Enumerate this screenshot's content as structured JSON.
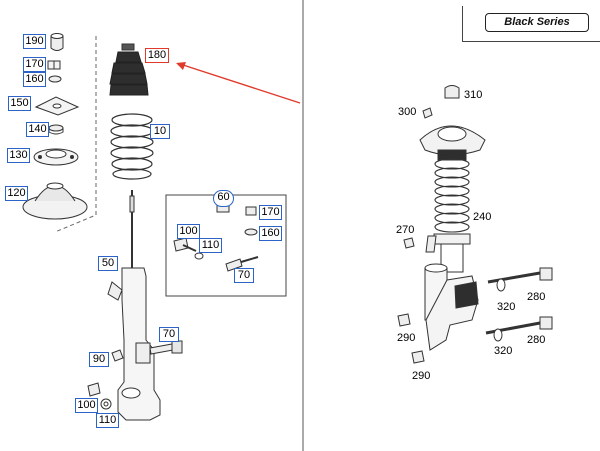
{
  "diagram": {
    "badge": "Black Series",
    "left_callouts": [
      {
        "id": "c190",
        "label": "190"
      },
      {
        "id": "c170a",
        "label": "170"
      },
      {
        "id": "c160a",
        "label": "160"
      },
      {
        "id": "c150",
        "label": "150"
      },
      {
        "id": "c140",
        "label": "140"
      },
      {
        "id": "c130",
        "label": "130"
      },
      {
        "id": "c120",
        "label": "120"
      },
      {
        "id": "c180",
        "label": "180",
        "highlighted": true
      },
      {
        "id": "c10",
        "label": "10"
      },
      {
        "id": "c60",
        "label": "60"
      },
      {
        "id": "c170b",
        "label": "170"
      },
      {
        "id": "c100a",
        "label": "100"
      },
      {
        "id": "c110a",
        "label": "110"
      },
      {
        "id": "c160b",
        "label": "160"
      },
      {
        "id": "c70a",
        "label": "70"
      },
      {
        "id": "c50",
        "label": "50"
      },
      {
        "id": "c70b",
        "label": "70"
      },
      {
        "id": "c90",
        "label": "90"
      },
      {
        "id": "c100b",
        "label": "100"
      },
      {
        "id": "c110b",
        "label": "110"
      }
    ],
    "right_labels": [
      {
        "id": "r310",
        "label": "310"
      },
      {
        "id": "r300",
        "label": "300"
      },
      {
        "id": "r240",
        "label": "240"
      },
      {
        "id": "r270",
        "label": "270"
      },
      {
        "id": "r280a",
        "label": "280"
      },
      {
        "id": "r320a",
        "label": "320"
      },
      {
        "id": "r320b",
        "label": "320"
      },
      {
        "id": "r280b",
        "label": "280"
      },
      {
        "id": "r290a",
        "label": "290"
      },
      {
        "id": "r290b",
        "label": "290"
      }
    ],
    "colors": {
      "callout_border": "#2b64c6",
      "highlight": "#e03a2a",
      "line": "#333333"
    }
  }
}
